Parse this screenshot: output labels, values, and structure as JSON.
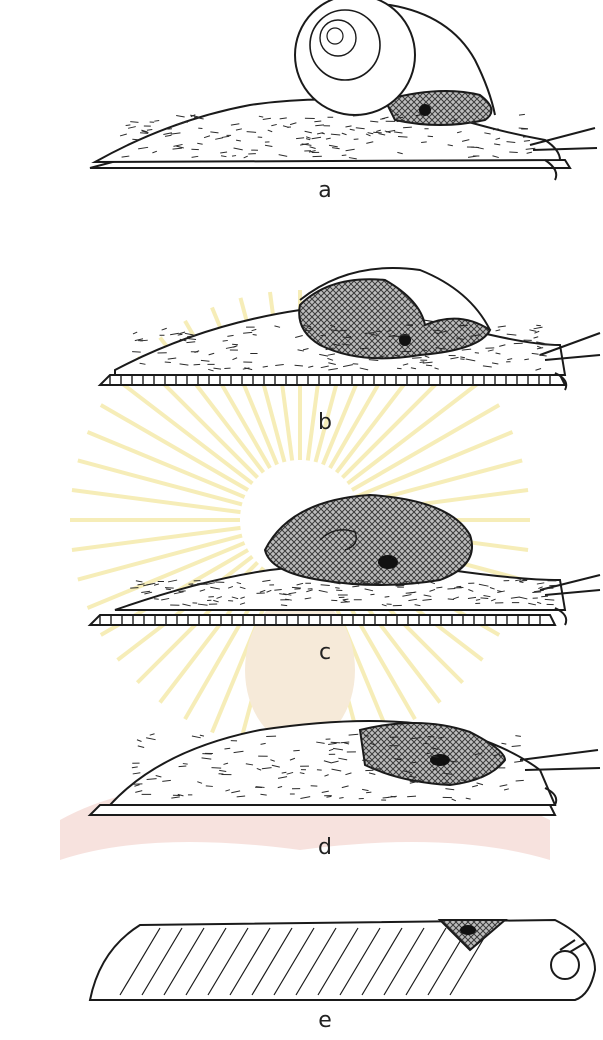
{
  "figure": {
    "panels": [
      {
        "label": "a",
        "variant": "external-shell-snail"
      },
      {
        "label": "b",
        "variant": "mantle-partly-covering-shell"
      },
      {
        "label": "c",
        "variant": "shell-enclosed-by-mantle"
      },
      {
        "label": "d",
        "variant": "slug-with-mantle-shield"
      },
      {
        "label": "e",
        "variant": "slug-with-reduced-mantle"
      }
    ],
    "watermark": {
      "colors": {
        "rays": "#f6edb8",
        "seal": "#f3e2c9",
        "ribbon": "#f4d7d3"
      }
    },
    "colors": {
      "line": "#1a1a1a",
      "paper": "#ffffff",
      "mantle_fill": "#9a9a9a"
    }
  }
}
